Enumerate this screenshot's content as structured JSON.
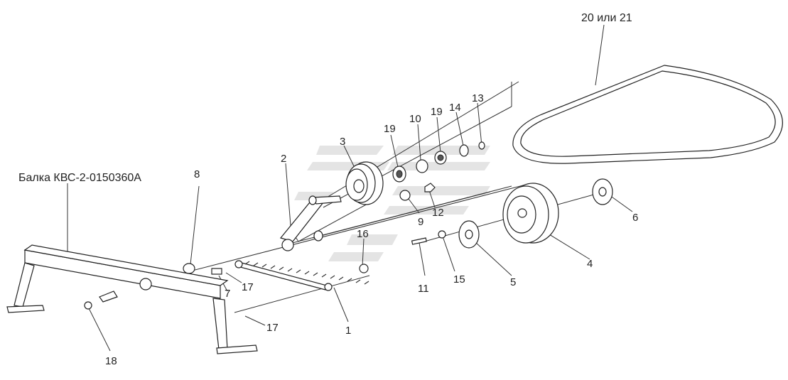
{
  "labels": {
    "beam": "Балка КВС-2-0150360А",
    "belt": "20 или 21",
    "l1": "1",
    "l2": "2",
    "l3": "3",
    "l4": "4",
    "l5": "5",
    "l6": "6",
    "l7": "7",
    "l8": "8",
    "l9": "9",
    "l10": "10",
    "l11": "11",
    "l12": "12",
    "l13": "13",
    "l14": "14",
    "l15": "15",
    "l16": "16",
    "l17a": "17",
    "l17b": "17",
    "l18": "18",
    "l19a": "19",
    "l19b": "19"
  }
}
